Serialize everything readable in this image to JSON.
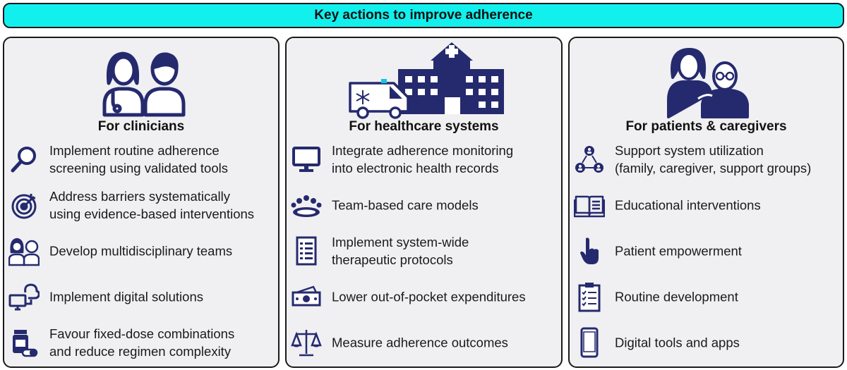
{
  "title": "Key actions to improve adherence",
  "colors": {
    "banner": "#12f0ee",
    "icon": "#252a6e",
    "panel": "#f0f0f2"
  },
  "panels": [
    {
      "title": "For clinicians",
      "hero_icon": "clinicians-icon",
      "items": [
        {
          "icon": "magnifier-icon",
          "lines": [
            "Implement routine adherence",
            "screening using validated tools"
          ]
        },
        {
          "icon": "target-icon",
          "lines": [
            "Address barriers systematically",
            "using evidence-based interventions"
          ]
        },
        {
          "icon": "team-icon",
          "lines": [
            "Develop multidisciplinary teams"
          ]
        },
        {
          "icon": "cloud-computer-icon",
          "lines": [
            "Implement digital solutions"
          ]
        },
        {
          "icon": "pill-bottle-icon",
          "lines": [
            "Favour fixed-dose combinations",
            "and reduce regimen complexity"
          ]
        }
      ]
    },
    {
      "title": "For healthcare systems",
      "hero_icon": "hospital-ambulance-icon",
      "items": [
        {
          "icon": "monitor-icon",
          "lines": [
            "Integrate adherence monitoring",
            "into electronic health records"
          ]
        },
        {
          "icon": "meeting-icon",
          "lines": [
            "Team-based care models"
          ]
        },
        {
          "icon": "checklist-icon",
          "lines": [
            "Implement system-wide",
            "therapeutic protocols"
          ]
        },
        {
          "icon": "money-icon",
          "lines": [
            "Lower out-of-pocket expenditures"
          ]
        },
        {
          "icon": "scales-icon",
          "lines": [
            "Measure adherence outcomes"
          ]
        }
      ]
    },
    {
      "title": "For patients & caregivers",
      "hero_icon": "caregiver-patient-icon",
      "items": [
        {
          "icon": "network-icon",
          "lines": [
            "Support system utilization",
            "(family, caregiver, support groups)"
          ]
        },
        {
          "icon": "book-icon",
          "lines": [
            "Educational interventions"
          ]
        },
        {
          "icon": "pointing-hand-icon",
          "lines": [
            "Patient empowerment"
          ]
        },
        {
          "icon": "clipboard-icon",
          "lines": [
            "Routine development"
          ]
        },
        {
          "icon": "phone-icon",
          "lines": [
            "Digital tools and apps"
          ]
        }
      ]
    }
  ]
}
